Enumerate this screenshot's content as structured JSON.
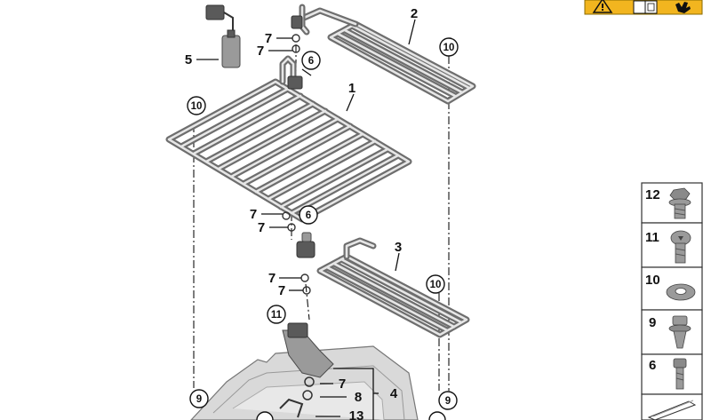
{
  "callouts": {
    "c1": "1",
    "c2": "2",
    "c3": "3",
    "c4": "4",
    "c5": "5",
    "c7a": "7",
    "c7b": "7",
    "c7c": "7",
    "c7d": "7",
    "c7e": "7",
    "c7f": "7",
    "c7g": "7",
    "c8": "8",
    "c13": "13"
  },
  "circled": {
    "c6a": "6",
    "c6b": "6",
    "c10a": "10",
    "c10b": "10",
    "c10c": "10",
    "c11": "11",
    "c9a": "9",
    "c9b": "9"
  },
  "legend": {
    "items": [
      "12",
      "11",
      "10",
      "9",
      "6"
    ]
  },
  "colors": {
    "warning_yellow": "#f2b51f",
    "line": "#111111",
    "tube": "#6e6e6e"
  },
  "icons": [
    "warning-triangle-icon",
    "manual-book-icon",
    "glove-icon",
    "bolt-flange-icon",
    "bolt-torx-icon",
    "washer-icon",
    "plastic-clip-icon",
    "bolt-socket-icon",
    "arrow-label-icon"
  ]
}
